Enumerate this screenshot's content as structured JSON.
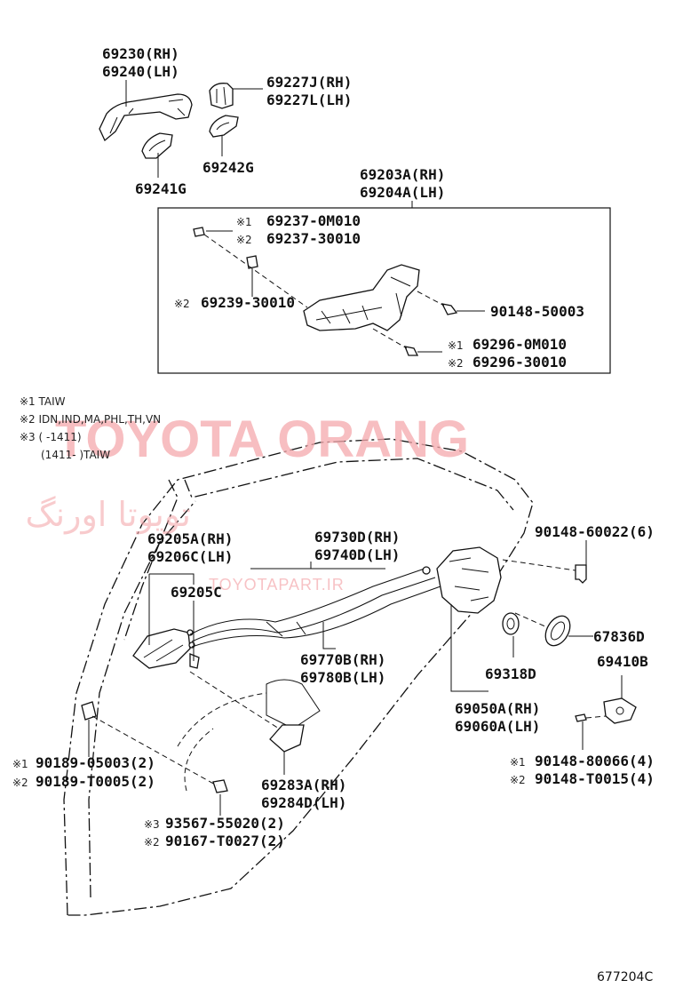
{
  "parts": {
    "p69230": "69230(RH)",
    "p69240": "69240(LH)",
    "p69227J": "69227J(RH)",
    "p69227L": "69227L(LH)",
    "p69242G": "69242G",
    "p69241G": "69241G",
    "p69203A": "69203A(RH)",
    "p69204A": "69204A(LH)",
    "p69237_1": "69237-0M010",
    "p69237_2": "69237-30010",
    "p69239": "69239-30010",
    "p90148_50003": "90148-50003",
    "p69296_1": "69296-0M010",
    "p69296_2": "69296-30010",
    "p69205A": "69205A(RH)",
    "p69206C": "69206C(LH)",
    "p69205C": "69205C",
    "p69730D": "69730D(RH)",
    "p69740D": "69740D(LH)",
    "p90148_60022": "90148-60022(6)",
    "p67836D": "67836D",
    "p69410B": "69410B",
    "p69318D": "69318D",
    "p69770B": "69770B(RH)",
    "p69780B": "69780B(LH)",
    "p69050A": "69050A(RH)",
    "p69060A": "69060A(LH)",
    "p90189_1": "90189-05003(2)",
    "p90189_2": "90189-T0005(2)",
    "p69283A": "69283A(RH)",
    "p69284D": "69284D(LH)",
    "p93567": "93567-55020(2)",
    "p90167": "90167-T0027(2)",
    "p90148_80066": "90148-80066(4)",
    "p90148_T0015": "90148-T0015(4)"
  },
  "markers": {
    "m1": "※1",
    "m2": "※2",
    "m3": "※3"
  },
  "notes": {
    "n1": "※1 TAIW",
    "n2": "※2 IDN,IND,MA,PHL,TH,VN",
    "n3": "※3 (      -1411)",
    "n4": "(1411-      )TAIW"
  },
  "watermark": {
    "main": "TOYOTA ORANG",
    "persian": "تویوتا اورنگ",
    "site": "TOYOTAPART.IR",
    "color": "#f5a9ad"
  },
  "figure_code": "677204C"
}
